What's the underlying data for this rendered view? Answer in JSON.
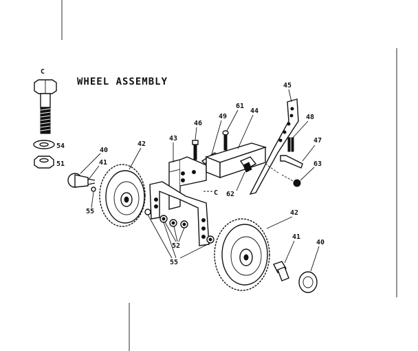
{
  "title": "WHEEL ASSEMBLY",
  "labels": {
    "c_top": "C",
    "c_ref": "C",
    "p54": "54",
    "p51": "51",
    "p40_left": "40",
    "p41_left": "41",
    "p55_left": "55",
    "p42_left": "42",
    "p43": "43",
    "p46": "46",
    "p49": "49",
    "p61": "61",
    "p44": "44",
    "p45": "45",
    "p48": "48",
    "p47": "47",
    "p63": "63",
    "p62": "62",
    "p52": "52",
    "p55_bottom": "55",
    "p42_right": "42",
    "p41_right": "41",
    "p40_right": "40"
  }
}
